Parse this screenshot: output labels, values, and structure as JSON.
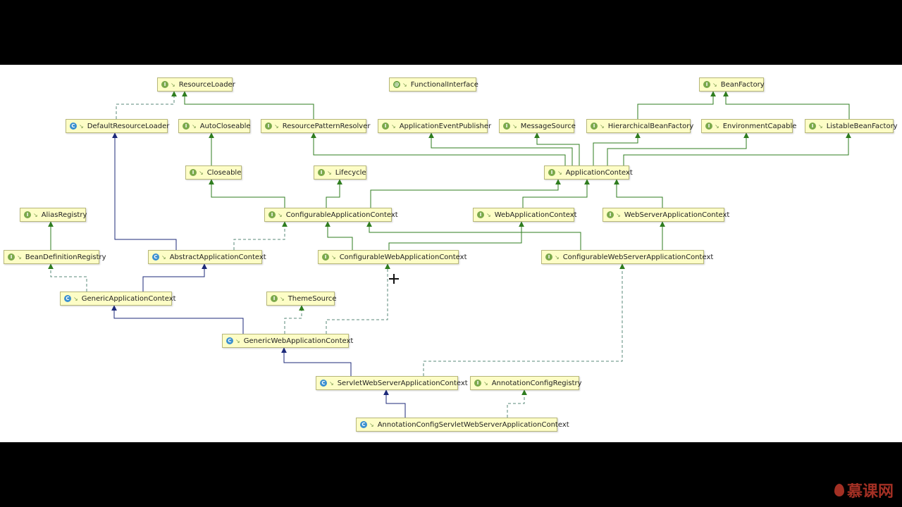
{
  "diagram": {
    "nodes": [
      {
        "id": "ResourceLoader",
        "label": "ResourceLoader",
        "kind": "interface"
      },
      {
        "id": "FunctionalInterface",
        "label": "FunctionalInterface",
        "kind": "annotation"
      },
      {
        "id": "BeanFactory",
        "label": "BeanFactory",
        "kind": "interface"
      },
      {
        "id": "DefaultResourceLoader",
        "label": "DefaultResourceLoader",
        "kind": "class"
      },
      {
        "id": "AutoCloseable",
        "label": "AutoCloseable",
        "kind": "interface"
      },
      {
        "id": "ResourcePatternResolver",
        "label": "ResourcePatternResolver",
        "kind": "interface"
      },
      {
        "id": "ApplicationEventPublisher",
        "label": "ApplicationEventPublisher",
        "kind": "interface"
      },
      {
        "id": "MessageSource",
        "label": "MessageSource",
        "kind": "interface"
      },
      {
        "id": "HierarchicalBeanFactory",
        "label": "HierarchicalBeanFactory",
        "kind": "interface"
      },
      {
        "id": "EnvironmentCapable",
        "label": "EnvironmentCapable",
        "kind": "interface"
      },
      {
        "id": "ListableBeanFactory",
        "label": "ListableBeanFactory",
        "kind": "interface"
      },
      {
        "id": "Closeable",
        "label": "Closeable",
        "kind": "interface"
      },
      {
        "id": "Lifecycle",
        "label": "Lifecycle",
        "kind": "interface"
      },
      {
        "id": "ApplicationContext",
        "label": "ApplicationContext",
        "kind": "interface"
      },
      {
        "id": "AliasRegistry",
        "label": "AliasRegistry",
        "kind": "interface"
      },
      {
        "id": "ConfigurableApplicationContext",
        "label": "ConfigurableApplicationContext",
        "kind": "interface"
      },
      {
        "id": "WebApplicationContext",
        "label": "WebApplicationContext",
        "kind": "interface"
      },
      {
        "id": "WebServerApplicationContext",
        "label": "WebServerApplicationContext",
        "kind": "interface"
      },
      {
        "id": "BeanDefinitionRegistry",
        "label": "BeanDefinitionRegistry",
        "kind": "interface"
      },
      {
        "id": "AbstractApplicationContext",
        "label": "AbstractApplicationContext",
        "kind": "class"
      },
      {
        "id": "ConfigurableWebApplicationContext",
        "label": "ConfigurableWebApplicationContext",
        "kind": "interface"
      },
      {
        "id": "ConfigurableWebServerApplicationContext",
        "label": "ConfigurableWebServerApplicationContext",
        "kind": "interface"
      },
      {
        "id": "GenericApplicationContext",
        "label": "GenericApplicationContext",
        "kind": "class"
      },
      {
        "id": "ThemeSource",
        "label": "ThemeSource",
        "kind": "interface"
      },
      {
        "id": "GenericWebApplicationContext",
        "label": "GenericWebApplicationContext",
        "kind": "class"
      },
      {
        "id": "ServletWebServerApplicationContext",
        "label": "ServletWebServerApplicationContext",
        "kind": "class"
      },
      {
        "id": "AnnotationConfigRegistry",
        "label": "AnnotationConfigRegistry",
        "kind": "interface"
      },
      {
        "id": "AnnotationConfigServletWebServerApplicationContext",
        "label": "AnnotationConfigServletWebServerApplicationContext",
        "kind": "class"
      }
    ],
    "edges": [
      {
        "from": "DefaultResourceLoader",
        "to": "ResourceLoader",
        "type": "implements"
      },
      {
        "from": "ResourcePatternResolver",
        "to": "ResourceLoader",
        "type": "extends-interface"
      },
      {
        "from": "HierarchicalBeanFactory",
        "to": "BeanFactory",
        "type": "extends-interface"
      },
      {
        "from": "ListableBeanFactory",
        "to": "BeanFactory",
        "type": "extends-interface"
      },
      {
        "from": "Closeable",
        "to": "AutoCloseable",
        "type": "extends-interface"
      },
      {
        "from": "ApplicationContext",
        "to": "ResourcePatternResolver",
        "type": "extends-interface"
      },
      {
        "from": "ApplicationContext",
        "to": "ApplicationEventPublisher",
        "type": "extends-interface"
      },
      {
        "from": "ApplicationContext",
        "to": "MessageSource",
        "type": "extends-interface"
      },
      {
        "from": "ApplicationContext",
        "to": "HierarchicalBeanFactory",
        "type": "extends-interface"
      },
      {
        "from": "ApplicationContext",
        "to": "EnvironmentCapable",
        "type": "extends-interface"
      },
      {
        "from": "ApplicationContext",
        "to": "ListableBeanFactory",
        "type": "extends-interface"
      },
      {
        "from": "ConfigurableApplicationContext",
        "to": "Closeable",
        "type": "extends-interface"
      },
      {
        "from": "ConfigurableApplicationContext",
        "to": "Lifecycle",
        "type": "extends-interface"
      },
      {
        "from": "ConfigurableApplicationContext",
        "to": "ApplicationContext",
        "type": "extends-interface"
      },
      {
        "from": "WebApplicationContext",
        "to": "ApplicationContext",
        "type": "extends-interface"
      },
      {
        "from": "WebServerApplicationContext",
        "to": "ApplicationContext",
        "type": "extends-interface"
      },
      {
        "from": "BeanDefinitionRegistry",
        "to": "AliasRegistry",
        "type": "extends-interface"
      },
      {
        "from": "AbstractApplicationContext",
        "to": "DefaultResourceLoader",
        "type": "extends"
      },
      {
        "from": "AbstractApplicationContext",
        "to": "ConfigurableApplicationContext",
        "type": "implements"
      },
      {
        "from": "ConfigurableWebApplicationContext",
        "to": "ConfigurableApplicationContext",
        "type": "extends-interface"
      },
      {
        "from": "ConfigurableWebApplicationContext",
        "to": "WebApplicationContext",
        "type": "extends-interface"
      },
      {
        "from": "ConfigurableWebServerApplicationContext",
        "to": "ConfigurableApplicationContext",
        "type": "extends-interface"
      },
      {
        "from": "ConfigurableWebServerApplicationContext",
        "to": "WebServerApplicationContext",
        "type": "extends-interface"
      },
      {
        "from": "GenericApplicationContext",
        "to": "AbstractApplicationContext",
        "type": "extends"
      },
      {
        "from": "GenericApplicationContext",
        "to": "BeanDefinitionRegistry",
        "type": "implements"
      },
      {
        "from": "GenericWebApplicationContext",
        "to": "GenericApplicationContext",
        "type": "extends"
      },
      {
        "from": "GenericWebApplicationContext",
        "to": "ThemeSource",
        "type": "implements"
      },
      {
        "from": "GenericWebApplicationContext",
        "to": "ConfigurableWebApplicationContext",
        "type": "implements"
      },
      {
        "from": "ServletWebServerApplicationContext",
        "to": "GenericWebApplicationContext",
        "type": "extends"
      },
      {
        "from": "ServletWebServerApplicationContext",
        "to": "ConfigurableWebServerApplicationContext",
        "type": "implements"
      },
      {
        "from": "AnnotationConfigServletWebServerApplicationContext",
        "to": "ServletWebServerApplicationContext",
        "type": "extends"
      },
      {
        "from": "AnnotationConfigServletWebServerApplicationContext",
        "to": "AnnotationConfigRegistry",
        "type": "implements"
      }
    ]
  },
  "colors": {
    "node_fill": "#fdfdc6",
    "interface_edge": "#2f7d1f",
    "class_edge": "#1d2a7a",
    "watermark": "#c0392b"
  },
  "watermark": {
    "text": "慕课网"
  }
}
